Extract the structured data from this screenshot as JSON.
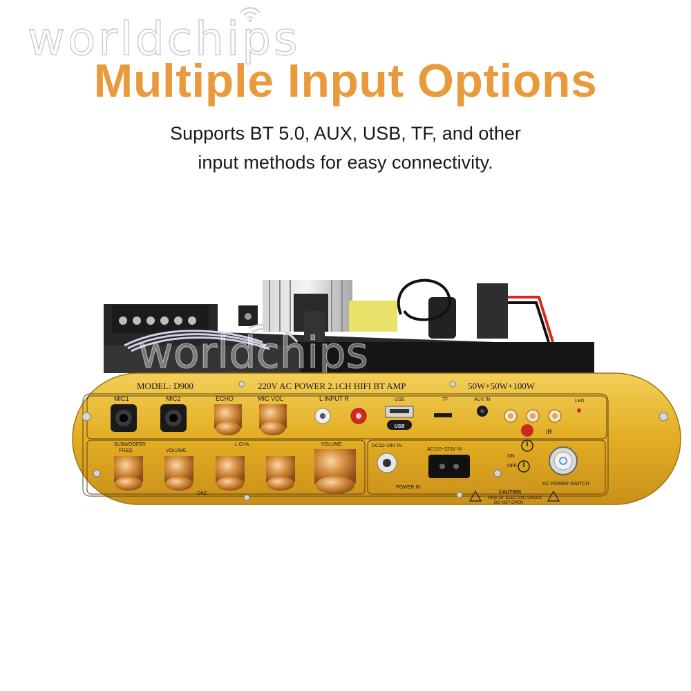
{
  "watermark": "worldchips",
  "headline": "Multiple Input Options",
  "subtitle_line1": "Supports BT 5.0, AUX, USB, TF, and other",
  "subtitle_line2": "input methods for easy connectivity.",
  "panel": {
    "model": "MODEL:  D900",
    "spec": "220V AC POWER 2.1CH HIFI BT AMP",
    "power": "50W+50W+100W",
    "mic1": "MIC1",
    "mic2": "MIC2",
    "echo": "ECHO",
    "mic_vol": "MIC VOL",
    "input": "L  INPUT R",
    "usb": "USB",
    "tf": "TF",
    "aux_in": "AUX IN",
    "led": "LED",
    "ir": "IR",
    "usb_logo": "USB",
    "subwoofer": "SUBWOOFER",
    "freq": "FREQ",
    "volume_left": "VOLUME",
    "cha": "L CHA",
    "volume_right": "VOLUME",
    "dc_in": "DC12~24V IN",
    "ac_in": "AC110~220V IN",
    "power_in": "POWER IN",
    "on": "ON",
    "off": "OFF",
    "ac_switch": "AC POWER SWITCH",
    "caution": "CAUTION",
    "caution_detail1": "RISK OF ELECTRIC SHOCK",
    "caution_detail2": "DO NOT OPEN",
    "oke": "OKE"
  },
  "colors": {
    "headline": "#e99a3c",
    "panel_gold": "#e7b52c",
    "knob_copper": "#d38a3a",
    "pcb": "#1c1c1c"
  }
}
